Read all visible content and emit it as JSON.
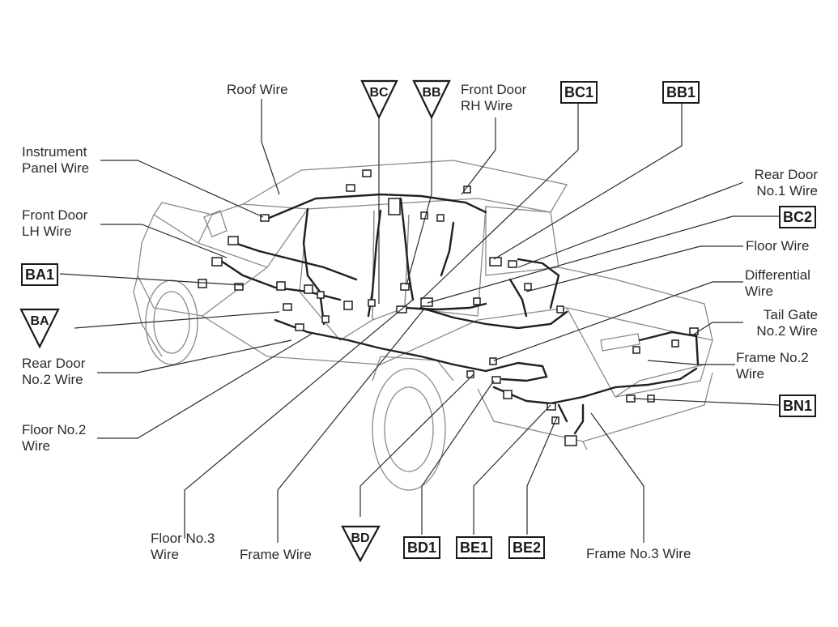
{
  "labels": {
    "roof_wire": "Roof Wire",
    "front_door_rh_wire": "Front Door\nRH Wire",
    "instrument_panel_wire": "Instrument\nPanel Wire",
    "front_door_lh_wire": "Front Door\nLH Wire",
    "rear_door_no1_wire": "Rear Door\nNo.1 Wire",
    "floor_wire": "Floor Wire",
    "differential_wire": "Differential\nWire",
    "tail_gate_no2_wire": "Tail Gate\nNo.2 Wire",
    "frame_no2_wire": "Frame No.2\nWire",
    "rear_door_no2_wire": "Rear Door\nNo.2 Wire",
    "floor_no2_wire": "Floor No.2\nWire",
    "floor_no3_wire": "Floor No.3\nWire",
    "frame_wire": "Frame Wire",
    "frame_no3_wire": "Frame No.3 Wire"
  },
  "connectors": {
    "bc1": "BC1",
    "bb1": "BB1",
    "bc2": "BC2",
    "ba1": "BA1",
    "bn1": "BN1",
    "bd1": "BD1",
    "be1": "BE1",
    "be2": "BE2"
  },
  "ground_points": {
    "bc": "BC",
    "bb": "BB",
    "ba": "BA",
    "bd": "BD"
  }
}
